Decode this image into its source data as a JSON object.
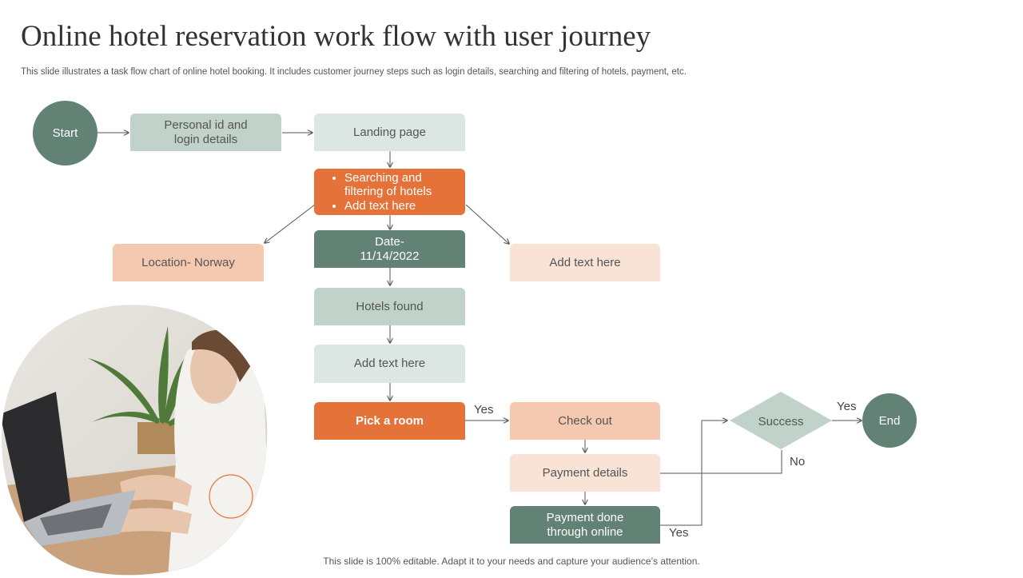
{
  "header": {
    "title": "Online hotel reservation work flow with user journey",
    "subtitle": "This slide illustrates a task flow chart of online hotel booking. It includes customer journey steps such as login details, searching and filtering of hotels, payment, etc."
  },
  "flow": {
    "start": "Start",
    "login": "Personal id and login details",
    "landing": "Landing page",
    "search_items": [
      "Searching and filtering of hotels",
      "Add text here"
    ],
    "location": "Location- Norway",
    "date_label": "Date-",
    "date_value": "11/14/2022",
    "side_note": "Add text here",
    "hotels_found": "Hotels found",
    "add_text": "Add text here",
    "pick_room": "Pick a room",
    "yes_1": "Yes",
    "checkout": "Check out",
    "payment_details": "Payment details",
    "payment_done": "Payment done through online",
    "yes_2": "Yes",
    "no_label": "No",
    "success": "Success",
    "yes_3": "Yes",
    "end": "End"
  },
  "footer": {
    "note": "This slide is 100% editable. Adapt it to your needs and capture your audience’s attention."
  },
  "colors": {
    "dark_green": "#628276",
    "sage": "#c0d2ca",
    "light_sage": "#dce6e2",
    "orange": "#e57339",
    "peach": "#f4c9b0",
    "pale_peach": "#f9e2d6"
  }
}
